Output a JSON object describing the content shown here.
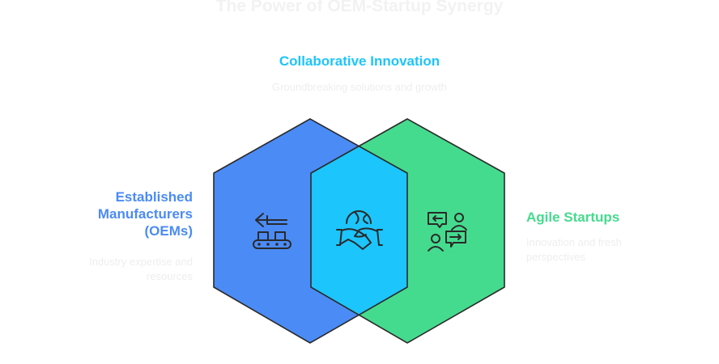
{
  "title": "The Power of OEM-Startup Synergy",
  "center": {
    "heading": "Collaborative Innovation",
    "description": "Groundbreaking solutions and growth",
    "icon": "handshake-globe-icon",
    "color": "#1CC5FB"
  },
  "left": {
    "heading": "Established Manufacturers (OEMs)",
    "description": "Industry expertise and resources",
    "icon": "conveyor-belt-icon",
    "color": "#4B8BF5"
  },
  "right": {
    "heading": "Agile Startups",
    "description": "Innovation and fresh perspectives",
    "icon": "people-conversation-icon",
    "color": "#45DB8E"
  }
}
